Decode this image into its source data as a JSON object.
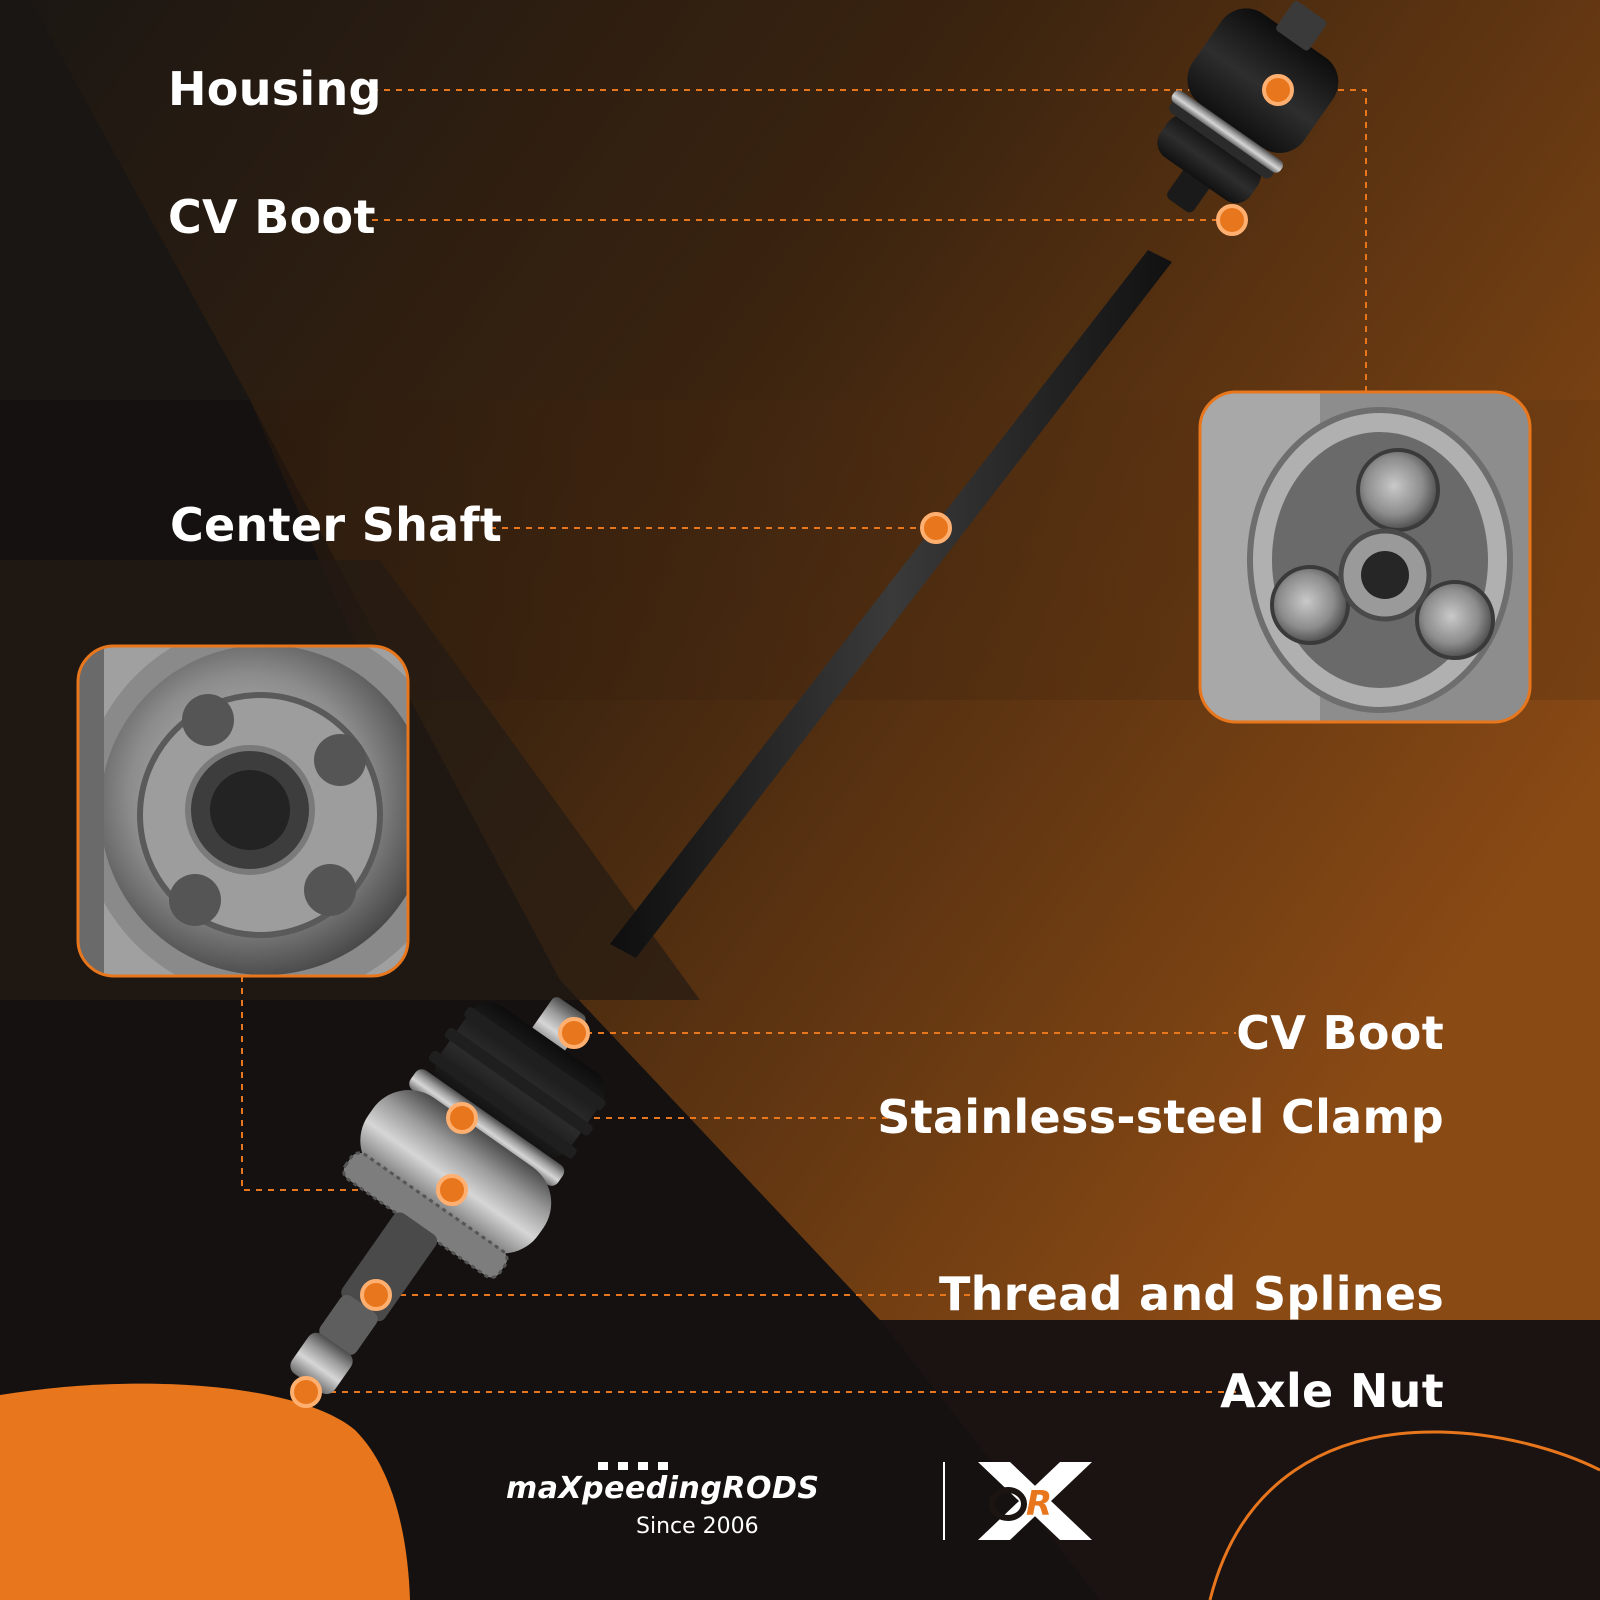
{
  "labels": {
    "housing": "Housing",
    "cv_boot_top": "CV Boot",
    "center_shaft": "Center Shaft",
    "cv_boot_bottom": "CV Boot",
    "clamp": "Stainless-steel Clamp",
    "splines": "Thread and Splines",
    "axle_nut": "Axle Nut"
  },
  "brand": {
    "name": "maXpeedingRODS",
    "since": "Since 2006",
    "logo_text": "R"
  },
  "colors": {
    "accent": "#e8761c",
    "background": "#141110",
    "text": "#ffffff"
  }
}
